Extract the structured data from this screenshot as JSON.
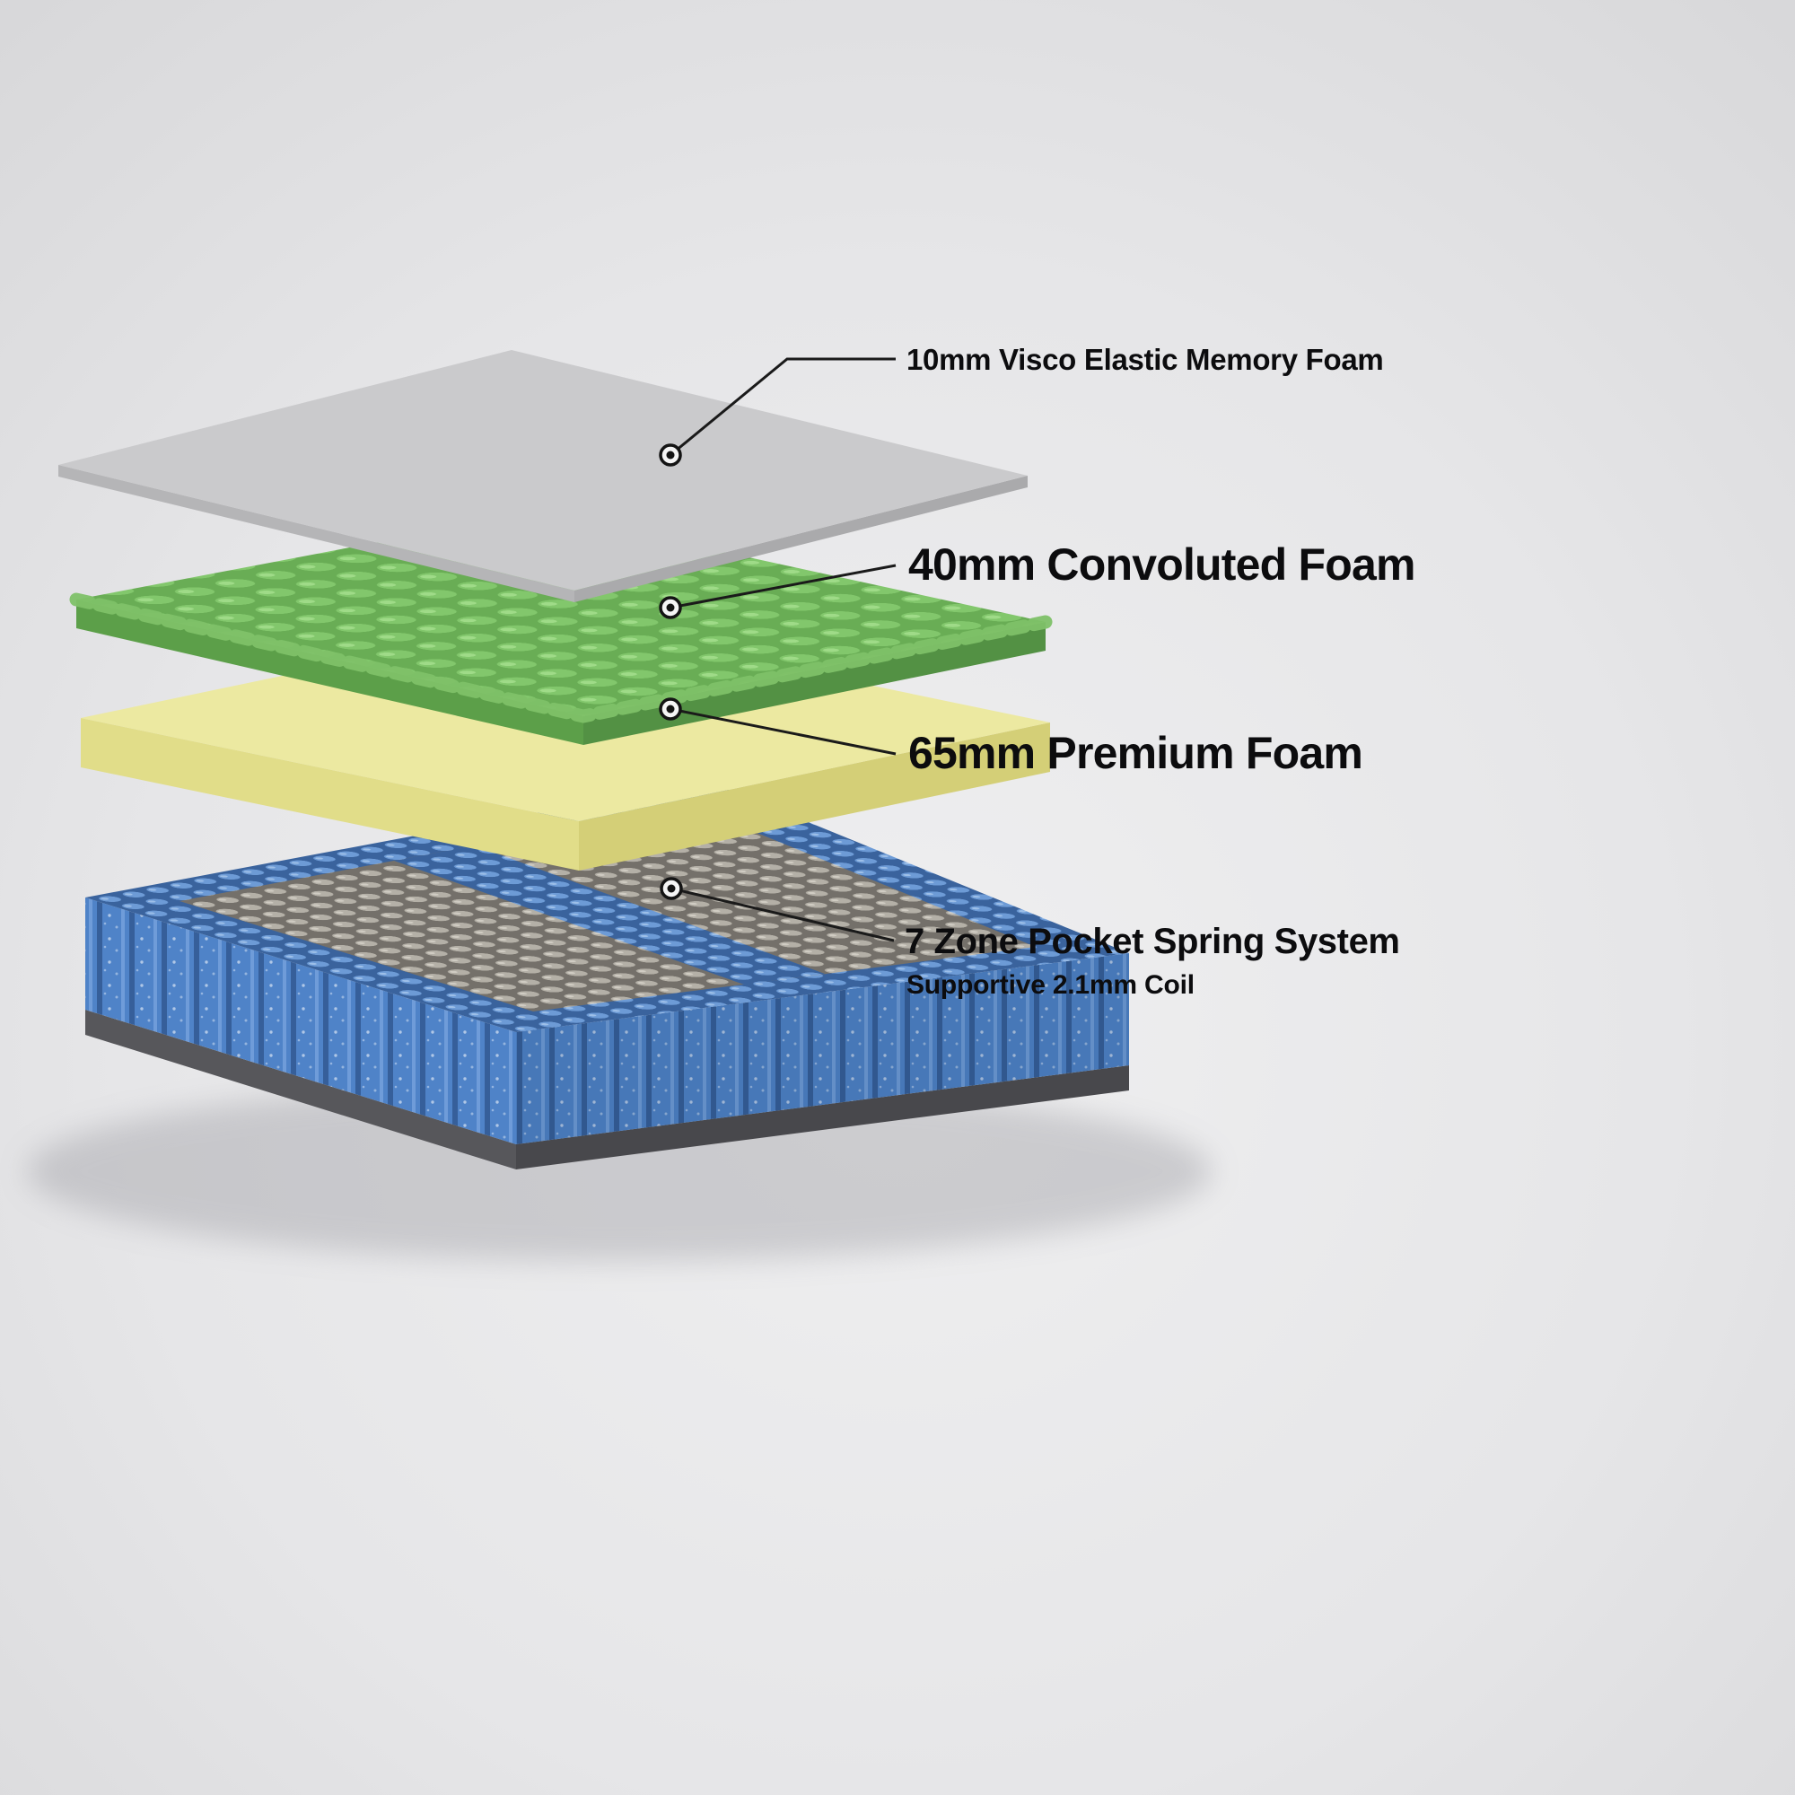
{
  "diagram": {
    "title": "Mattress construction exploded layer diagram",
    "layers": [
      {
        "id": "visco-memory-foam",
        "label": "10mm Visco Elastic Memory Foam",
        "color": "#cacacc"
      },
      {
        "id": "convoluted-foam",
        "label": "40mm Convoluted Foam",
        "color": "#7cc366"
      },
      {
        "id": "premium-foam",
        "label": "65mm Premium Foam",
        "color": "#ece9a1"
      },
      {
        "id": "pocket-spring",
        "label": "7 Zone Pocket Spring System",
        "sublabel": "Supportive 2.1mm Coil",
        "color": "#4f83c8"
      }
    ]
  }
}
